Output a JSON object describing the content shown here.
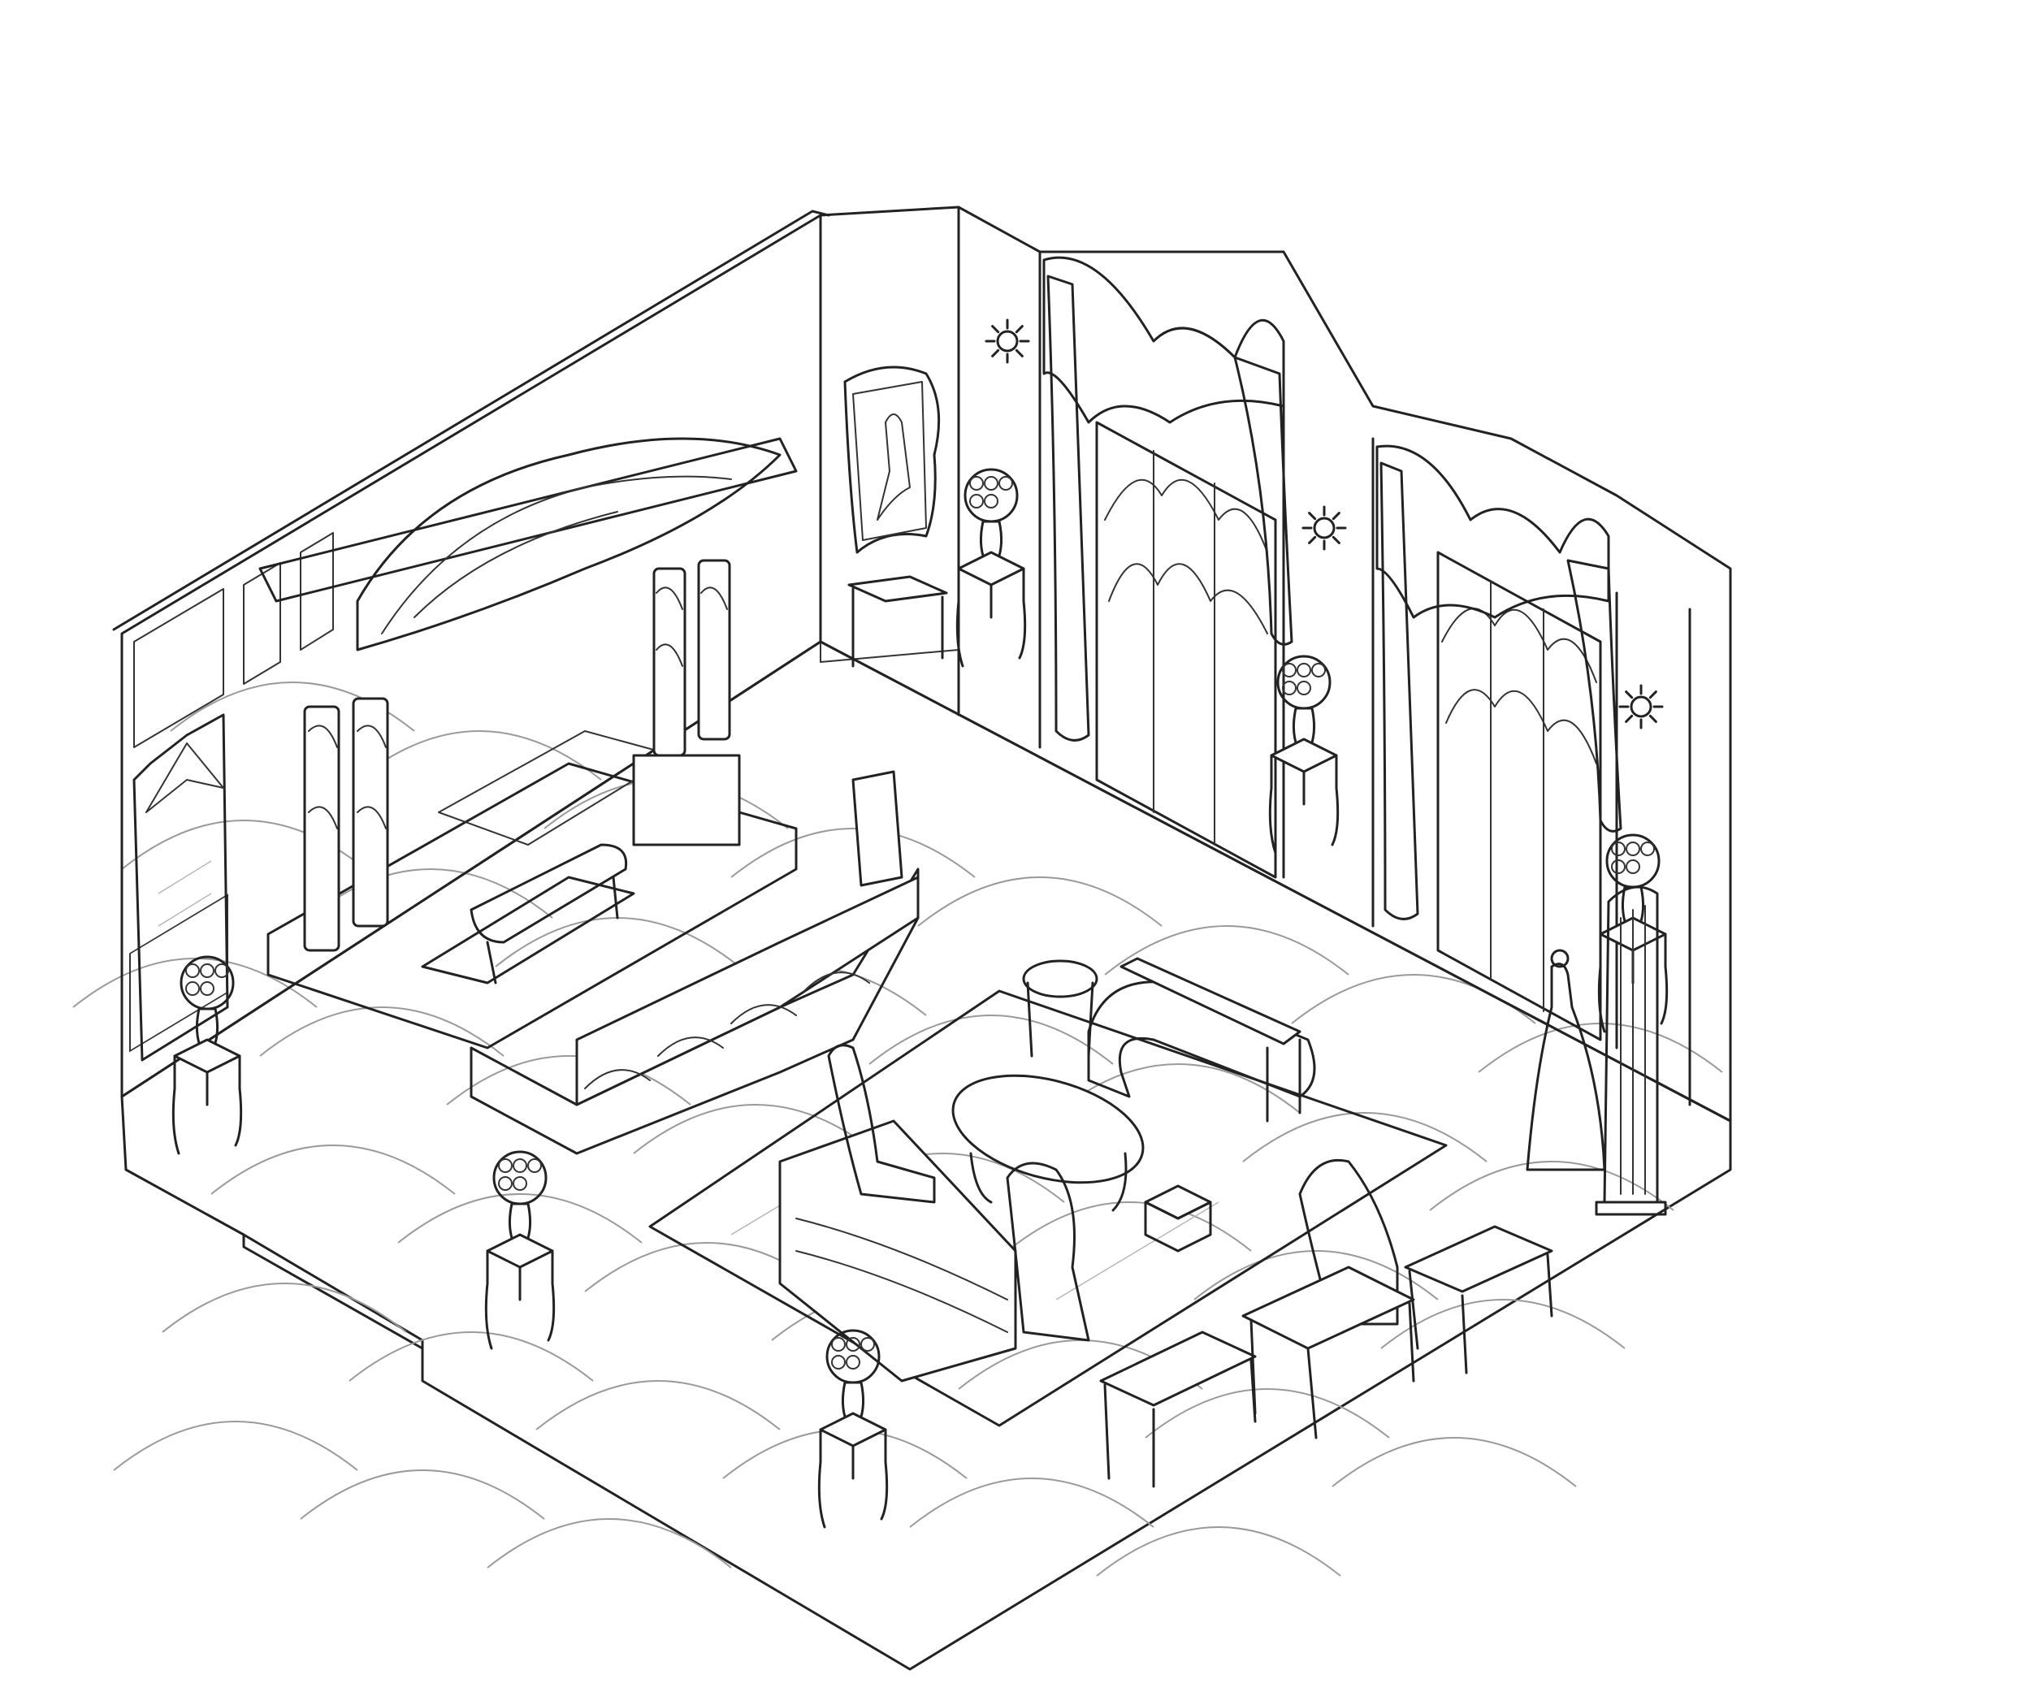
{
  "scene": {
    "kind": "isometric interior line drawing",
    "style": "black ink on white, grey pencil floor pattern",
    "colors": {
      "ink": "#222222",
      "pencil": "#9a9a9a",
      "paper": "#ffffff"
    },
    "elements": [
      "canopy-bed",
      "bed-columns",
      "sun-emblem",
      "bench",
      "balustrade",
      "portrait-frame",
      "wall-console",
      "gothic-windows",
      "curtains",
      "rug",
      "oval-table",
      "sofa",
      "armchairs",
      "chaise-lounge",
      "ottoman",
      "side-tables",
      "flower-vases",
      "dress-form",
      "harp",
      "floor-scale-pattern"
    ]
  }
}
